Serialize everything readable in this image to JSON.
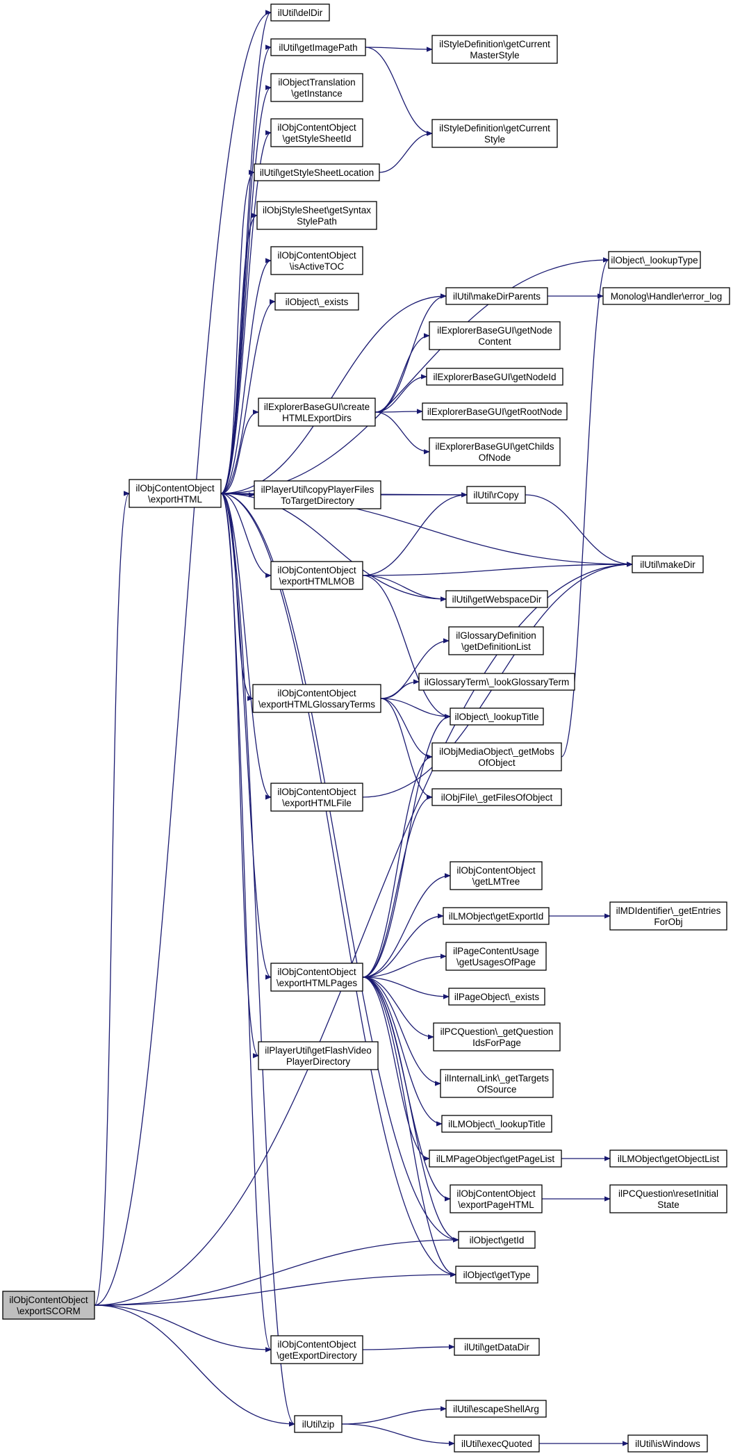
{
  "diagram": {
    "colors": {
      "edge": "#191970",
      "node_border": "#000000",
      "root_fill": "#bfbfbf",
      "node_fill": "#ffffff"
    },
    "nodes": [
      {
        "id": "exportSCORM",
        "label": "ilObjContentObject\n\\exportSCORM",
        "root": true
      },
      {
        "id": "exportHTML",
        "label": "ilObjContentObject\n\\exportHTML"
      },
      {
        "id": "delDir",
        "label": "ilUtil\\delDir"
      },
      {
        "id": "getImagePath",
        "label": "ilUtil\\getImagePath"
      },
      {
        "id": "getInstance",
        "label": "ilObjectTranslation\n\\getInstance"
      },
      {
        "id": "getStyleSheetId",
        "label": "ilObjContentObject\n\\getStyleSheetId"
      },
      {
        "id": "getStyleSheetLocation",
        "label": "ilUtil\\getStyleSheetLocation"
      },
      {
        "id": "getSyntaxStylePath",
        "label": "ilObjStyleSheet\\getSyntax\nStylePath"
      },
      {
        "id": "isActiveTOC",
        "label": "ilObjContentObject\n\\isActiveTOC"
      },
      {
        "id": "obj_exists",
        "label": "ilObject\\_exists"
      },
      {
        "id": "createHTMLExportDirs",
        "label": "ilExplorerBaseGUI\\create\nHTMLExportDirs"
      },
      {
        "id": "copyPlayerFiles",
        "label": "ilPlayerUtil\\copyPlayerFiles\nToTargetDirectory"
      },
      {
        "id": "exportHTMLMOB",
        "label": "ilObjContentObject\n\\exportHTMLMOB"
      },
      {
        "id": "exportHTMLGlossaryTerms",
        "label": "ilObjContentObject\n\\exportHTMLGlossaryTerms"
      },
      {
        "id": "exportHTMLFile",
        "label": "ilObjContentObject\n\\exportHTMLFile"
      },
      {
        "id": "exportHTMLPages",
        "label": "ilObjContentObject\n\\exportHTMLPages"
      },
      {
        "id": "getFlashVideoPlayerDirectory",
        "label": "ilPlayerUtil\\getFlashVideo\nPlayerDirectory"
      },
      {
        "id": "getExportDirectory",
        "label": "ilObjContentObject\n\\getExportDirectory"
      },
      {
        "id": "zip",
        "label": "ilUtil\\zip"
      },
      {
        "id": "getCurrentMasterStyle",
        "label": "ilStyleDefinition\\getCurrent\nMasterStyle"
      },
      {
        "id": "getCurrentStyle",
        "label": "ilStyleDefinition\\getCurrent\nStyle"
      },
      {
        "id": "makeDirParents",
        "label": "ilUtil\\makeDirParents"
      },
      {
        "id": "getNodeContent",
        "label": "ilExplorerBaseGUI\\getNode\nContent"
      },
      {
        "id": "getNodeId",
        "label": "ilExplorerBaseGUI\\getNodeId"
      },
      {
        "id": "getRootNode",
        "label": "ilExplorerBaseGUI\\getRootNode"
      },
      {
        "id": "getChildsOfNode",
        "label": "ilExplorerBaseGUI\\getChilds\nOfNode"
      },
      {
        "id": "rCopy",
        "label": "ilUtil\\rCopy"
      },
      {
        "id": "getWebspaceDir",
        "label": "ilUtil\\getWebspaceDir"
      },
      {
        "id": "getDefinitionList",
        "label": "ilGlossaryDefinition\n\\getDefinitionList"
      },
      {
        "id": "lookGlossaryTerm",
        "label": "ilGlossaryTerm\\_lookGlossaryTerm"
      },
      {
        "id": "obj_lookupTitle",
        "label": "ilObject\\_lookupTitle"
      },
      {
        "id": "getMobsOfObject",
        "label": "ilObjMediaObject\\_getMobs\nOfObject"
      },
      {
        "id": "getFilesOfObject",
        "label": "ilObjFile\\_getFilesOfObject"
      },
      {
        "id": "getLMTree",
        "label": "ilObjContentObject\n\\getLMTree"
      },
      {
        "id": "getExportId",
        "label": "ilLMObject\\getExportId"
      },
      {
        "id": "getUsagesOfPage",
        "label": "ilPageContentUsage\n\\getUsagesOfPage"
      },
      {
        "id": "page_exists",
        "label": "ilPageObject\\_exists"
      },
      {
        "id": "getQuestionIdsForPage",
        "label": "ilPCQuestion\\_getQuestion\nIdsForPage"
      },
      {
        "id": "getTargetsOfSource",
        "label": "ilInternalLink\\_getTargets\nOfSource"
      },
      {
        "id": "lm_lookupTitle",
        "label": "ilLMObject\\_lookupTitle"
      },
      {
        "id": "getPageList",
        "label": "ilLMPageObject\\getPageList"
      },
      {
        "id": "exportPageHTML",
        "label": "ilObjContentObject\n\\exportPageHTML"
      },
      {
        "id": "getId",
        "label": "ilObject\\getId"
      },
      {
        "id": "getType",
        "label": "ilObject\\getType"
      },
      {
        "id": "getDataDir",
        "label": "ilUtil\\getDataDir"
      },
      {
        "id": "escapeShellArg",
        "label": "ilUtil\\escapeShellArg"
      },
      {
        "id": "execQuoted",
        "label": "ilUtil\\execQuoted"
      },
      {
        "id": "lookupType",
        "label": "ilObject\\_lookupType"
      },
      {
        "id": "error_log",
        "label": "Monolog\\Handler\\error_log"
      },
      {
        "id": "makeDir",
        "label": "ilUtil\\makeDir"
      },
      {
        "id": "getEntriesForObj",
        "label": "ilMDIdentifier\\_getEntries\nForObj"
      },
      {
        "id": "getObjectList",
        "label": "ilLMObject\\getObjectList"
      },
      {
        "id": "resetInitialState",
        "label": "ilPCQuestion\\resetInitial\nState"
      },
      {
        "id": "isWindows",
        "label": "ilUtil\\isWindows"
      }
    ],
    "edges": [
      [
        "exportSCORM",
        "delDir"
      ],
      [
        "exportSCORM",
        "exportHTML"
      ],
      [
        "exportSCORM",
        "getId"
      ],
      [
        "exportSCORM",
        "getType"
      ],
      [
        "exportSCORM",
        "makeDir"
      ],
      [
        "exportSCORM",
        "getExportDirectory"
      ],
      [
        "exportSCORM",
        "zip"
      ],
      [
        "exportHTML",
        "delDir"
      ],
      [
        "exportHTML",
        "getImagePath"
      ],
      [
        "exportHTML",
        "getInstance"
      ],
      [
        "exportHTML",
        "getStyleSheetId"
      ],
      [
        "exportHTML",
        "getStyleSheetLocation"
      ],
      [
        "exportHTML",
        "getSyntaxStylePath"
      ],
      [
        "exportHTML",
        "isActiveTOC"
      ],
      [
        "exportHTML",
        "obj_exists"
      ],
      [
        "exportHTML",
        "lookupType"
      ],
      [
        "exportHTML",
        "makeDirParents"
      ],
      [
        "exportHTML",
        "createHTMLExportDirs"
      ],
      [
        "exportHTML",
        "rCopy"
      ],
      [
        "exportHTML",
        "copyPlayerFiles"
      ],
      [
        "exportHTML",
        "makeDir"
      ],
      [
        "exportHTML",
        "exportHTMLMOB"
      ],
      [
        "exportHTML",
        "getWebspaceDir"
      ],
      [
        "exportHTML",
        "exportHTMLGlossaryTerms"
      ],
      [
        "exportHTML",
        "exportHTMLFile"
      ],
      [
        "exportHTML",
        "exportHTMLPages"
      ],
      [
        "exportHTML",
        "getFlashVideoPlayerDirectory"
      ],
      [
        "exportHTML",
        "getId"
      ],
      [
        "exportHTML",
        "getType"
      ],
      [
        "exportHTML",
        "getExportDirectory"
      ],
      [
        "exportHTML",
        "zip"
      ],
      [
        "getImagePath",
        "getCurrentMasterStyle"
      ],
      [
        "getImagePath",
        "getCurrentStyle"
      ],
      [
        "getStyleSheetLocation",
        "getCurrentStyle"
      ],
      [
        "createHTMLExportDirs",
        "makeDirParents"
      ],
      [
        "createHTMLExportDirs",
        "getNodeContent"
      ],
      [
        "createHTMLExportDirs",
        "getNodeId"
      ],
      [
        "createHTMLExportDirs",
        "getRootNode"
      ],
      [
        "createHTMLExportDirs",
        "getChildsOfNode"
      ],
      [
        "copyPlayerFiles",
        "rCopy"
      ],
      [
        "exportHTMLMOB",
        "rCopy"
      ],
      [
        "exportHTMLMOB",
        "makeDir"
      ],
      [
        "exportHTMLMOB",
        "getWebspaceDir"
      ],
      [
        "exportHTMLMOB",
        "obj_lookupTitle"
      ],
      [
        "exportHTMLGlossaryTerms",
        "getDefinitionList"
      ],
      [
        "exportHTMLGlossaryTerms",
        "lookGlossaryTerm"
      ],
      [
        "exportHTMLGlossaryTerms",
        "obj_lookupTitle"
      ],
      [
        "exportHTMLGlossaryTerms",
        "getMobsOfObject"
      ],
      [
        "exportHTMLGlossaryTerms",
        "getFilesOfObject"
      ],
      [
        "exportHTMLFile",
        "makeDir"
      ],
      [
        "exportHTMLPages",
        "obj_lookupTitle"
      ],
      [
        "exportHTMLPages",
        "getMobsOfObject"
      ],
      [
        "exportHTMLPages",
        "getFilesOfObject"
      ],
      [
        "exportHTMLPages",
        "getLMTree"
      ],
      [
        "exportHTMLPages",
        "getExportId"
      ],
      [
        "exportHTMLPages",
        "getUsagesOfPage"
      ],
      [
        "exportHTMLPages",
        "page_exists"
      ],
      [
        "exportHTMLPages",
        "getQuestionIdsForPage"
      ],
      [
        "exportHTMLPages",
        "getTargetsOfSource"
      ],
      [
        "exportHTMLPages",
        "lm_lookupTitle"
      ],
      [
        "exportHTMLPages",
        "getPageList"
      ],
      [
        "exportHTMLPages",
        "exportPageHTML"
      ],
      [
        "exportHTMLPages",
        "getId"
      ],
      [
        "exportHTMLPages",
        "getType"
      ],
      [
        "getExportDirectory",
        "getDataDir"
      ],
      [
        "zip",
        "escapeShellArg"
      ],
      [
        "zip",
        "execQuoted"
      ],
      [
        "execQuoted",
        "isWindows"
      ],
      [
        "makeDirParents",
        "error_log"
      ],
      [
        "rCopy",
        "makeDir"
      ],
      [
        "getMobsOfObject",
        "lookupType"
      ],
      [
        "getExportId",
        "getEntriesForObj"
      ],
      [
        "getPageList",
        "getObjectList"
      ],
      [
        "exportPageHTML",
        "resetInitialState"
      ]
    ]
  }
}
